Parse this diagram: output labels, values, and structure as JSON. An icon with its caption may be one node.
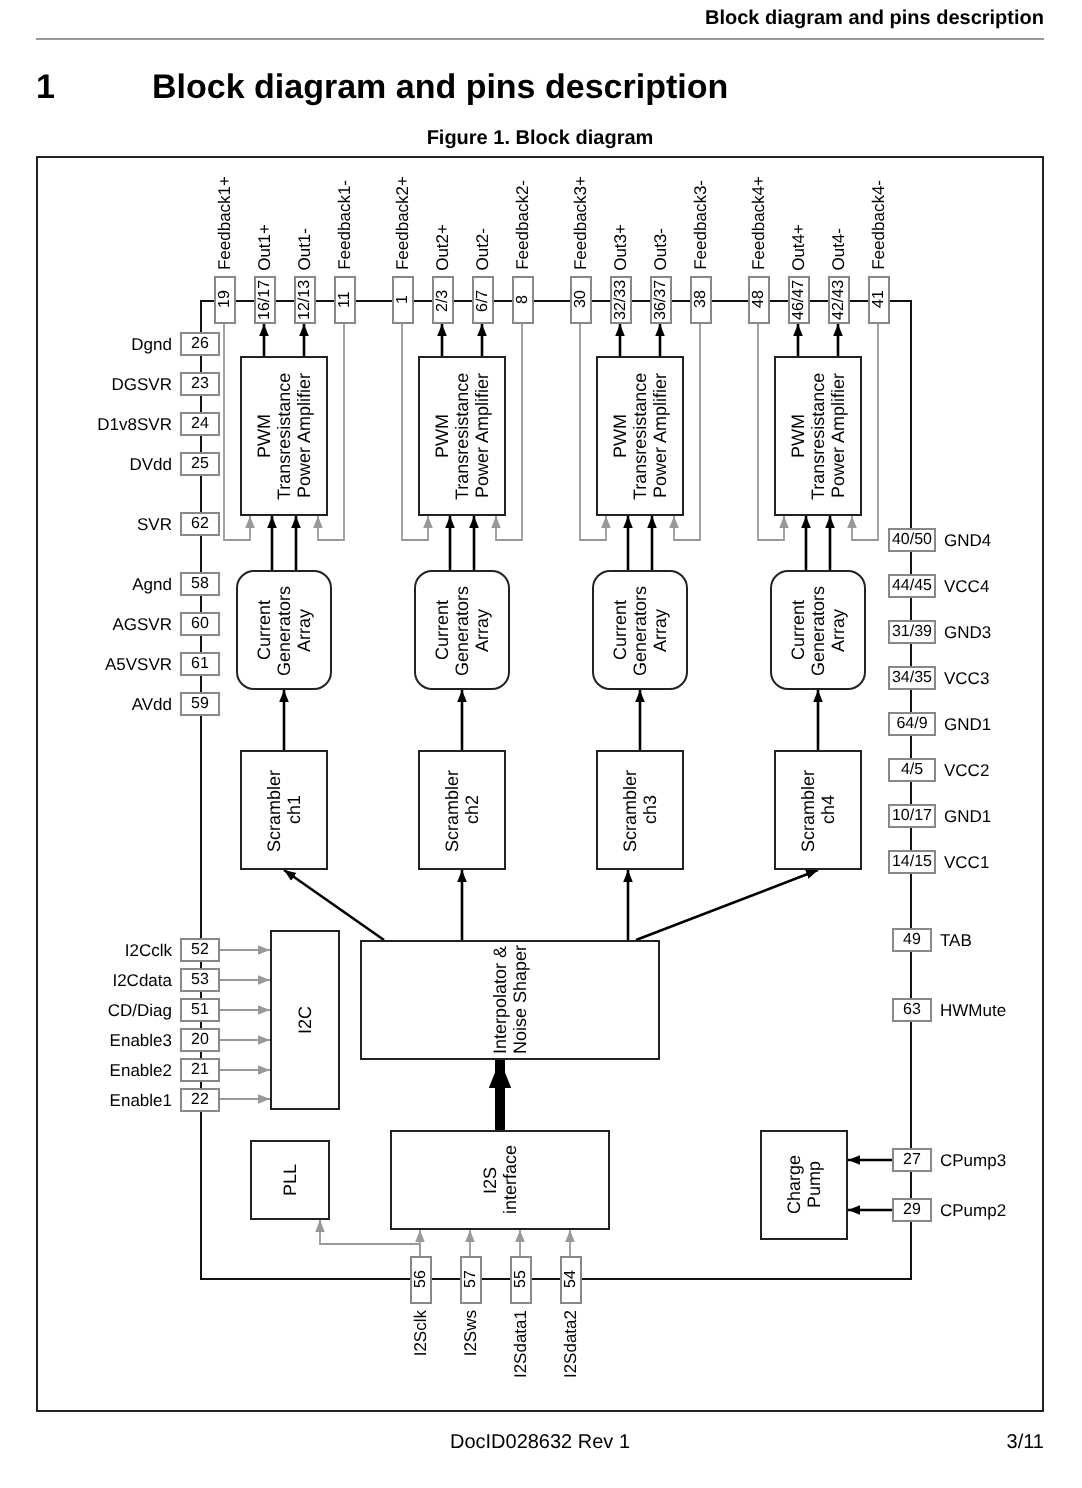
{
  "diagram": {
    "title": "Figure 1. Block diagram",
    "nodes": [
      {
        "text": [],
        "shape": "box"
      },
      {
        "text": [
          "19"
        ],
        "beside": [
          "Feedback1+"
        ]
      },
      {
        "text": [
          "16/17"
        ],
        "beside": [
          "Out1+"
        ]
      },
      {
        "text": [
          "12/13"
        ],
        "beside": [
          "Out1-"
        ]
      },
      {
        "text": [
          "11"
        ],
        "beside": [
          "Feedback1-"
        ]
      },
      {
        "text": [
          "1"
        ],
        "beside": [
          "Feedback2+"
        ]
      },
      {
        "text": [
          "2/3"
        ],
        "beside": [
          "Out2+"
        ]
      },
      {
        "text": [
          "6/7"
        ],
        "beside": [
          "Out2-"
        ]
      },
      {
        "text": [
          "8"
        ],
        "beside": [
          "Feedback2-"
        ]
      },
      {
        "text": [
          "30"
        ],
        "beside": [
          "Feedback3+"
        ]
      },
      {
        "text": [
          "32/33"
        ],
        "beside": [
          "Out3+"
        ]
      },
      {
        "text": [
          "36/37"
        ],
        "beside": [
          "Out3-"
        ]
      },
      {
        "text": [
          "38"
        ],
        "beside": [
          "Feedback3-"
        ]
      },
      {
        "text": [
          "48"
        ],
        "beside": [
          "Feedback4+"
        ]
      },
      {
        "text": [
          "46/47"
        ],
        "beside": [
          "Out4+"
        ]
      },
      {
        "text": [
          "42/43"
        ],
        "beside": [
          "Out4-"
        ]
      },
      {
        "text": [
          "41"
        ],
        "beside": [
          "Feedback4-"
        ]
      },
      {
        "text": [
          "PWM Transresistance Power Amplifier"
        ],
        "in": 0
      },
      {
        "text": [
          "PWM Transresistance Power Amplifier"
        ],
        "in": 0
      },
      {
        "text": [
          "PWM Transresistance Power Amplifier"
        ],
        "in": 0
      },
      {
        "text": [
          "PWM Transresistance Power Amplifier"
        ],
        "in": 0
      },
      {
        "text": [
          "Current Generators Array"
        ],
        "in": 0
      },
      {
        "text": [
          "Current Generators Array"
        ],
        "in": 0
      },
      {
        "text": [
          "Current Generators Array"
        ],
        "in": 0
      },
      {
        "text": [
          "Current Generators Array"
        ],
        "in": 0
      },
      {
        "text": [
          "26"
        ],
        "beside": [
          "Dgnd"
        ]
      },
      {
        "text": [
          "23"
        ],
        "beside": [
          "DGSVR"
        ]
      },
      {
        "text": [
          "24"
        ],
        "beside": [
          "D1v8SVR"
        ]
      },
      {
        "text": [
          "25"
        ],
        "beside": [
          "DVdd"
        ]
      },
      {
        "text": [
          "62"
        ],
        "beside": [
          "SVR"
        ]
      },
      {
        "text": [
          "58"
        ],
        "beside": [
          "Agnd"
        ]
      },
      {
        "text": [
          "60"
        ],
        "beside": [
          "AGSVR"
        ]
      },
      {
        "text": [
          "61"
        ],
        "beside": [
          "A5VSVR"
        ]
      },
      {
        "text": [
          "59"
        ],
        "beside": [
          "AVdd"
        ]
      },
      {
        "text": [
          "40/50"
        ],
        "beside": [
          "GND4"
        ]
      },
      {
        "text": [
          "44/45"
        ],
        "beside": [
          "VCC4"
        ]
      },
      {
        "text": [
          "31/39"
        ],
        "beside": [
          "GND3"
        ]
      },
      {
        "text": [
          "34/35"
        ],
        "beside": [
          "VCC3"
        ]
      },
      {
        "text": [
          "64/9"
        ],
        "beside": [
          "GND1"
        ]
      },
      {
        "text": [
          "4/5"
        ],
        "beside": [
          "VCC2"
        ]
      },
      {
        "text": [
          "10/17"
        ],
        "beside": [
          "GND1"
        ]
      },
      {
        "text": [
          "14/15"
        ],
        "beside": [
          "VCC1"
        ]
      },
      {
        "text": [
          "Scrambler ch1"
        ],
        "in": 0
      },
      {
        "text": [
          "Scrambler ch2"
        ],
        "in": 0
      },
      {
        "text": [
          "Scrambler ch3"
        ],
        "in": 0
      },
      {
        "text": [
          "Scrambler ch4"
        ],
        "in": 0
      },
      {
        "text": [
          "52"
        ],
        "beside": [
          "I2Cclk"
        ]
      },
      {
        "text": [
          "53"
        ],
        "beside": [
          "I2Cdata"
        ]
      },
      {
        "text": [
          "51"
        ],
        "beside": [
          "CD/Diag"
        ]
      },
      {
        "text": [
          "20"
        ],
        "beside": [
          "Enable3"
        ]
      },
      {
        "text": [
          "21"
        ],
        "beside": [
          "Enable2"
        ]
      },
      {
        "text": [
          "22"
        ],
        "beside": [
          "Enable1"
        ]
      },
      {
        "text": [
          "Interpolator & Noise Shaper"
        ],
        "in": 0
      },
      {
        "text": [
          "I2C"
        ],
        "in": 0
      },
      {
        "text": [
          "49"
        ],
        "beside": [
          "TAB"
        ]
      },
      {
        "text": [
          "63"
        ],
        "beside": [
          "HWMute"
        ]
      },
      {
        "text": [
          "PLL"
        ],
        "in": 0
      },
      {
        "text": [
          "I2S interface"
        ],
        "in": 0
      },
      {
        "text": [
          "Charge Pump"
        ],
        "in": 0
      },
      {
        "text": [
          "27"
        ],
        "beside": [
          "CPump3"
        ]
      },
      {
        "text": [
          "29"
        ],
        "beside": [
          "CPump2"
        ]
      },
      {
        "text": [
          "56"
        ],
        "beside": [
          "I2Sclk"
        ]
      },
      {
        "text": [
          "57"
        ],
        "beside": [
          "I2Sws"
        ]
      },
      {
        "text": [
          "55"
        ],
        "beside": [
          "I2Sdata1"
        ]
      },
      {
        "text": [
          "54"
        ],
        "beside": [
          "I2Sdata2"
        ]
      }
    ],
    "edges": [
      {
        "from": 17,
        "to": 2,
        "arrow": "to"
      },
      {
        "from": 17,
        "to": 3,
        "arrow": "to"
      },
      {
        "from": 18,
        "to": 6,
        "arrow": "to"
      },
      {
        "from": 18,
        "to": 7,
        "arrow": "to"
      },
      {
        "from": 19,
        "to": 10,
        "arrow": "to"
      },
      {
        "from": 19,
        "to": 11,
        "arrow": "to"
      },
      {
        "from": 20,
        "to": 14,
        "arrow": "to"
      },
      {
        "from": 20,
        "to": 15,
        "arrow": "to"
      },
      {
        "from": 1,
        "to": 17,
        "arrow": "to",
        "color": "#999999"
      },
      {
        "from": 4,
        "to": 17,
        "arrow": "to",
        "color": "#999999"
      },
      {
        "from": 5,
        "to": 18,
        "arrow": "to",
        "color": "#999999"
      },
      {
        "from": 8,
        "to": 18,
        "arrow": "to",
        "color": "#999999"
      },
      {
        "from": 9,
        "to": 19,
        "arrow": "to",
        "color": "#999999"
      },
      {
        "from": 12,
        "to": 19,
        "arrow": "to",
        "color": "#999999"
      },
      {
        "from": 13,
        "to": 20,
        "arrow": "to",
        "color": "#999999"
      },
      {
        "from": 16,
        "to": 20,
        "arrow": "to",
        "color": "#999999"
      },
      {
        "from": 21,
        "to": 17,
        "arrow": "to"
      },
      {
        "from": 21,
        "to": 17,
        "arrow": "to"
      },
      {
        "from": 22,
        "to": 18,
        "arrow": "to"
      },
      {
        "from": 22,
        "to": 18,
        "arrow": "to"
      },
      {
        "from": 23,
        "to": 19,
        "arrow": "to"
      },
      {
        "from": 23,
        "to": 19,
        "arrow": "to"
      },
      {
        "from": 24,
        "to": 20,
        "arrow": "to"
      },
      {
        "from": 24,
        "to": 20,
        "arrow": "to"
      },
      {
        "from": 42,
        "to": 21,
        "arrow": "to"
      },
      {
        "from": 43,
        "to": 22,
        "arrow": "to"
      },
      {
        "from": 44,
        "to": 23,
        "arrow": "to"
      },
      {
        "from": 45,
        "to": 24,
        "arrow": "to"
      },
      {
        "from": 52,
        "to": 42,
        "arrow": "to"
      },
      {
        "from": 52,
        "to": 43,
        "arrow": "to"
      },
      {
        "from": 52,
        "to": 44,
        "arrow": "to"
      },
      {
        "from": 52,
        "to": 45,
        "arrow": "to"
      },
      {
        "from": 46,
        "to": 53,
        "arrow": "to",
        "color": "#999999"
      },
      {
        "from": 47,
        "to": 53,
        "arrow": "to",
        "color": "#999999"
      },
      {
        "from": 48,
        "to": 53,
        "arrow": "to",
        "color": "#999999"
      },
      {
        "from": 49,
        "to": 53,
        "arrow": "to",
        "color": "#999999"
      },
      {
        "from": 50,
        "to": 53,
        "arrow": "to",
        "color": "#999999"
      },
      {
        "from": 51,
        "to": 53,
        "arrow": "to",
        "color": "#999999"
      },
      {
        "from": 57,
        "to": 52,
        "arrow": "to",
        "style": "thick"
      },
      {
        "from": 61,
        "to": 56,
        "arrow": "to",
        "color": "#999999"
      },
      {
        "from": 61,
        "to": 57,
        "arrow": "to",
        "color": "#999999"
      },
      {
        "from": 62,
        "to": 57,
        "arrow": "to",
        "color": "#999999"
      },
      {
        "from": 63,
        "to": 57,
        "arrow": "to",
        "color": "#999999"
      },
      {
        "from": 64,
        "to": 57,
        "arrow": "to",
        "color": "#999999"
      },
      {
        "from": 59,
        "to": 58,
        "arrow": "to"
      },
      {
        "from": 60,
        "to": 58,
        "arrow": "to"
      }
    ],
    "labels": [
      "Block diagram and pins description",
      "1",
      "Block diagram and pins description",
      "DocID028632 Rev 1",
      "3/11"
    ]
  }
}
